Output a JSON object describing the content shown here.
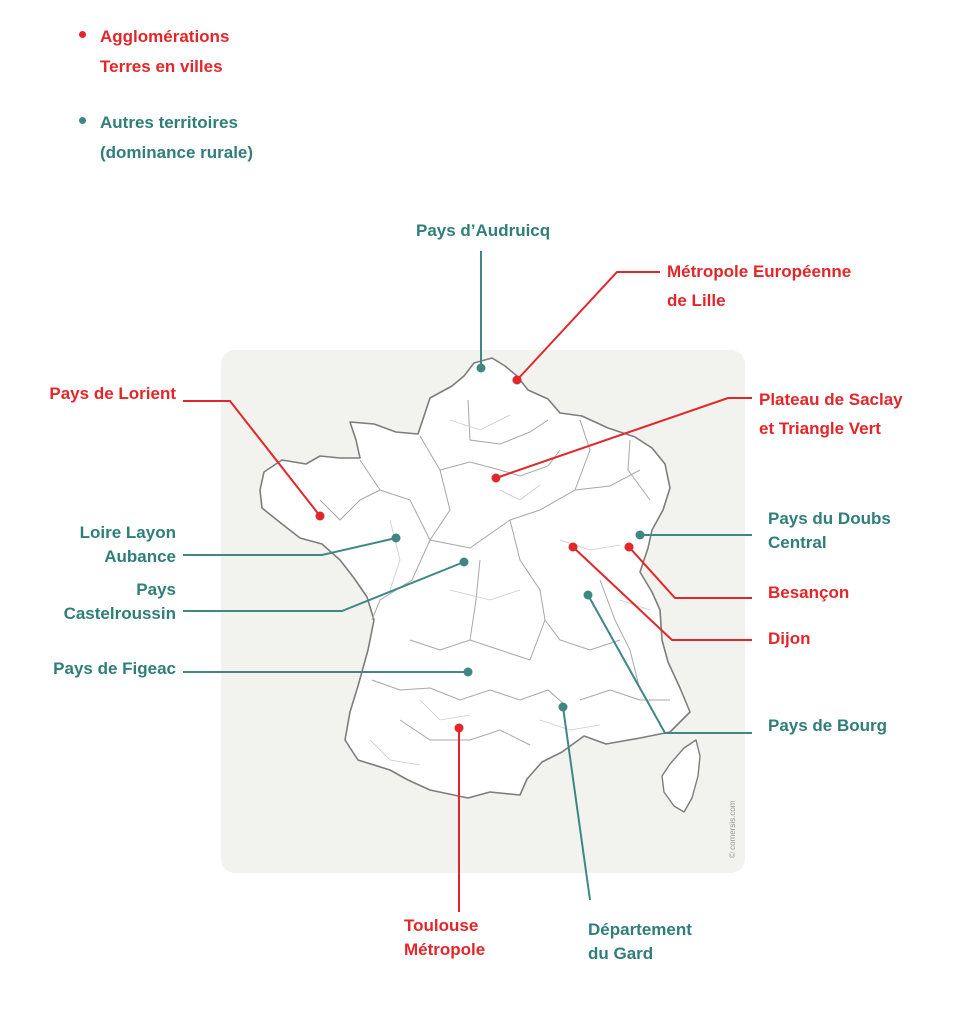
{
  "legend": {
    "urban": {
      "lines": [
        "Agglomérations",
        "Terres en villes"
      ],
      "color": "#e2262a"
    },
    "rural": {
      "lines": [
        "Autres territoires",
        "(dominance rurale)"
      ],
      "color": "#2f7e7a"
    }
  },
  "map": {
    "background": "#f2f2ee",
    "credit": "© comersis.com"
  },
  "territories": [
    {
      "id": "audruicq",
      "lines": [
        "Pays d’Audruicq"
      ],
      "category": "rural"
    },
    {
      "id": "lille",
      "lines": [
        "Métropole Européenne",
        "de Lille"
      ],
      "category": "urban"
    },
    {
      "id": "lorient",
      "lines": [
        "Pays de Lorient"
      ],
      "category": "urban"
    },
    {
      "id": "saclay",
      "lines": [
        "Plateau de Saclay",
        "et Triangle Vert"
      ],
      "category": "urban"
    },
    {
      "id": "loire-layon",
      "lines": [
        "Loire Layon",
        "Aubance"
      ],
      "category": "rural"
    },
    {
      "id": "doubs-central",
      "lines": [
        "Pays du Doubs",
        "Central"
      ],
      "category": "rural"
    },
    {
      "id": "castelroussin",
      "lines": [
        "Pays",
        "Castelroussin"
      ],
      "category": "rural"
    },
    {
      "id": "besancon",
      "lines": [
        "Besançon"
      ],
      "category": "urban"
    },
    {
      "id": "dijon",
      "lines": [
        "Dijon"
      ],
      "category": "urban"
    },
    {
      "id": "figeac",
      "lines": [
        "Pays de Figeac"
      ],
      "category": "rural"
    },
    {
      "id": "bourg",
      "lines": [
        "Pays de Bourg"
      ],
      "category": "rural"
    },
    {
      "id": "toulouse",
      "lines": [
        "Toulouse",
        "Métropole"
      ],
      "category": "urban"
    },
    {
      "id": "gard",
      "lines": [
        "Département",
        "du Gard"
      ],
      "category": "rural"
    }
  ]
}
